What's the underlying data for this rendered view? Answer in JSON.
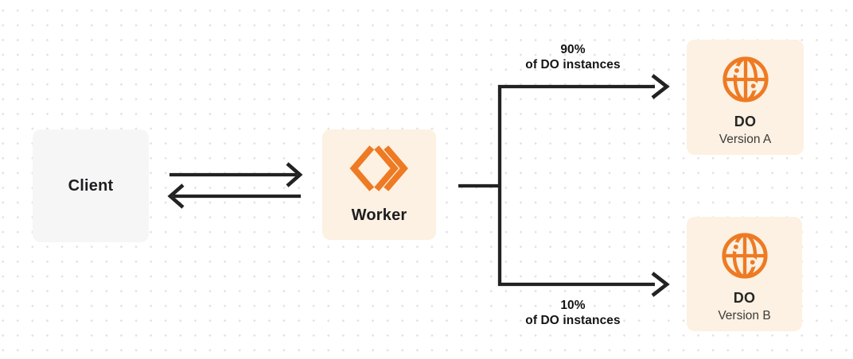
{
  "nodes": {
    "client": {
      "label": "Client"
    },
    "worker": {
      "label": "Worker"
    },
    "do_version_a": {
      "title": "DO",
      "subtitle": "Version A"
    },
    "do_version_b": {
      "title": "DO",
      "subtitle": "Version B"
    }
  },
  "edge_labels": {
    "top_branch": {
      "percent": "90%",
      "caption": "of DO instances"
    },
    "bottom_branch": {
      "percent": "10%",
      "caption": "of DO instances"
    }
  },
  "icons": {
    "worker_icon": "workers-brackets-icon",
    "do_icon": "globe-icon"
  },
  "colors": {
    "accent_orange": "#EE7A23",
    "cream_box": "#FCF1E2",
    "gray_box": "#F6F6F7",
    "line_dark": "#222222",
    "dot_grid": "#E2E2E6",
    "text_dark": "#1D1D1F",
    "text_secondary": "#3B3B3B"
  }
}
